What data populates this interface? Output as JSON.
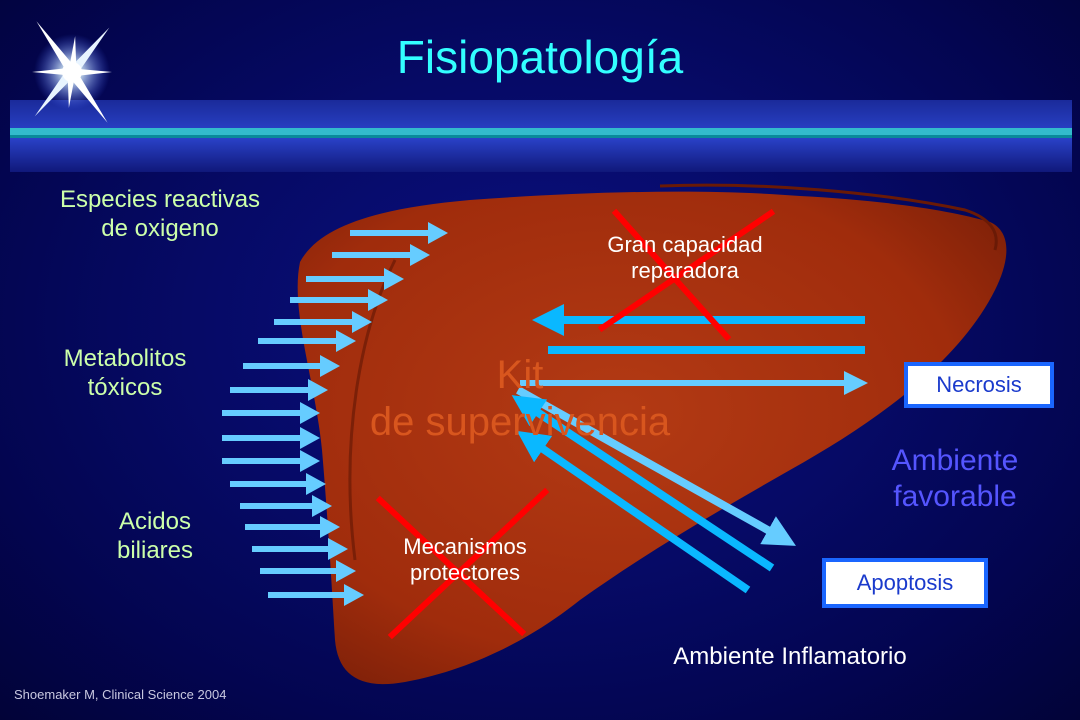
{
  "title": "Fisiopatología",
  "inputs": {
    "especies": "Especies reactivas\nde oxigeno",
    "metabolitos": "Metabolitos\ntóxicos",
    "acidos": "Acidos\nbiliares"
  },
  "liver": {
    "kit": "Kit\nde supervivencia",
    "gran_capacidad": "Gran capacidad\nreparadora",
    "mecanismos": "Mecanismos\nprotectores"
  },
  "outcomes": {
    "necrosis": "Necrosis",
    "apoptosis": "Apoptosis",
    "ambiente_favorable": "Ambiente\nfavorable",
    "ambiente_inflamatorio": "Ambiente Inflamatorio"
  },
  "source": "Shoemaker M, Clinical Science 2004",
  "colors": {
    "title": "#33ffff",
    "arrow": "#66ccff",
    "cross": "#ff0000",
    "liver": "#a8300f",
    "box_border": "#1a66ff",
    "favorable": "#5555ff"
  }
}
